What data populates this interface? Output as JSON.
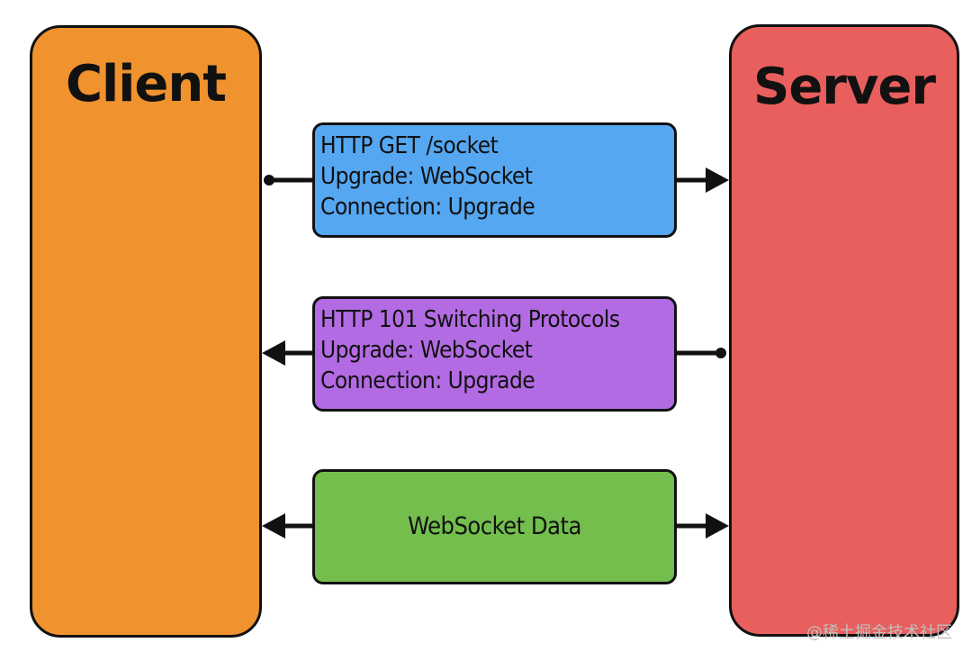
{
  "client": {
    "title": "Client",
    "color": "#f0922e"
  },
  "server": {
    "title": "Server",
    "color": "#e95f5d"
  },
  "messages": [
    {
      "lines": [
        "HTTP GET /socket",
        "Upgrade: WebSocket",
        "Connection: Upgrade"
      ],
      "direction": "client-to-server",
      "color": "#55a7f2"
    },
    {
      "lines": [
        "HTTP 101 Switching Protocols",
        "Upgrade: WebSocket",
        "Connection: Upgrade"
      ],
      "direction": "server-to-client",
      "color": "#b36be3"
    },
    {
      "lines": [
        "WebSocket Data"
      ],
      "direction": "bidirectional",
      "color": "#74be4d"
    }
  ],
  "watermark": "@稀土掘金技术社区"
}
